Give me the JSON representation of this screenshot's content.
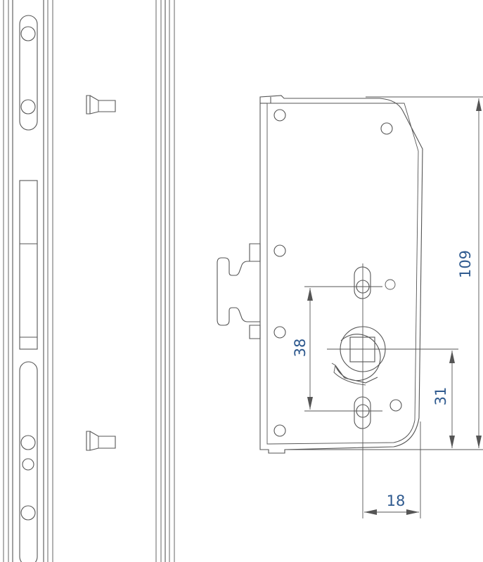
{
  "dimensions": {
    "height_total": "109",
    "hole_spacing": "38",
    "spindle_to_bottom": "31",
    "backset": "18"
  },
  "colors": {
    "line": "#555555",
    "dimension_text": "#2f5a8f",
    "background": "#ffffff"
  }
}
